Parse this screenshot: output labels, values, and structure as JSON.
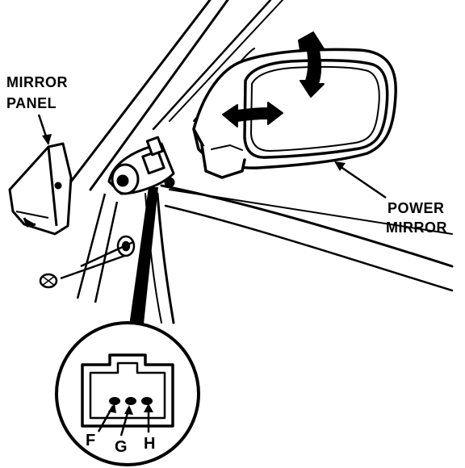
{
  "diagram": {
    "line_color": "#000000",
    "background": "#ffffff",
    "labels": {
      "mirror_panel_line1": "MIRROR",
      "mirror_panel_line2": "PANEL",
      "power_mirror_line1": "POWER",
      "power_mirror_line2": "MIRROR"
    },
    "connector": {
      "pins": [
        "F",
        "G",
        "H"
      ]
    },
    "icons": {
      "vertical_adjust": "double-arrow-vertical-icon",
      "horizontal_adjust": "double-arrow-horizontal-icon"
    }
  }
}
